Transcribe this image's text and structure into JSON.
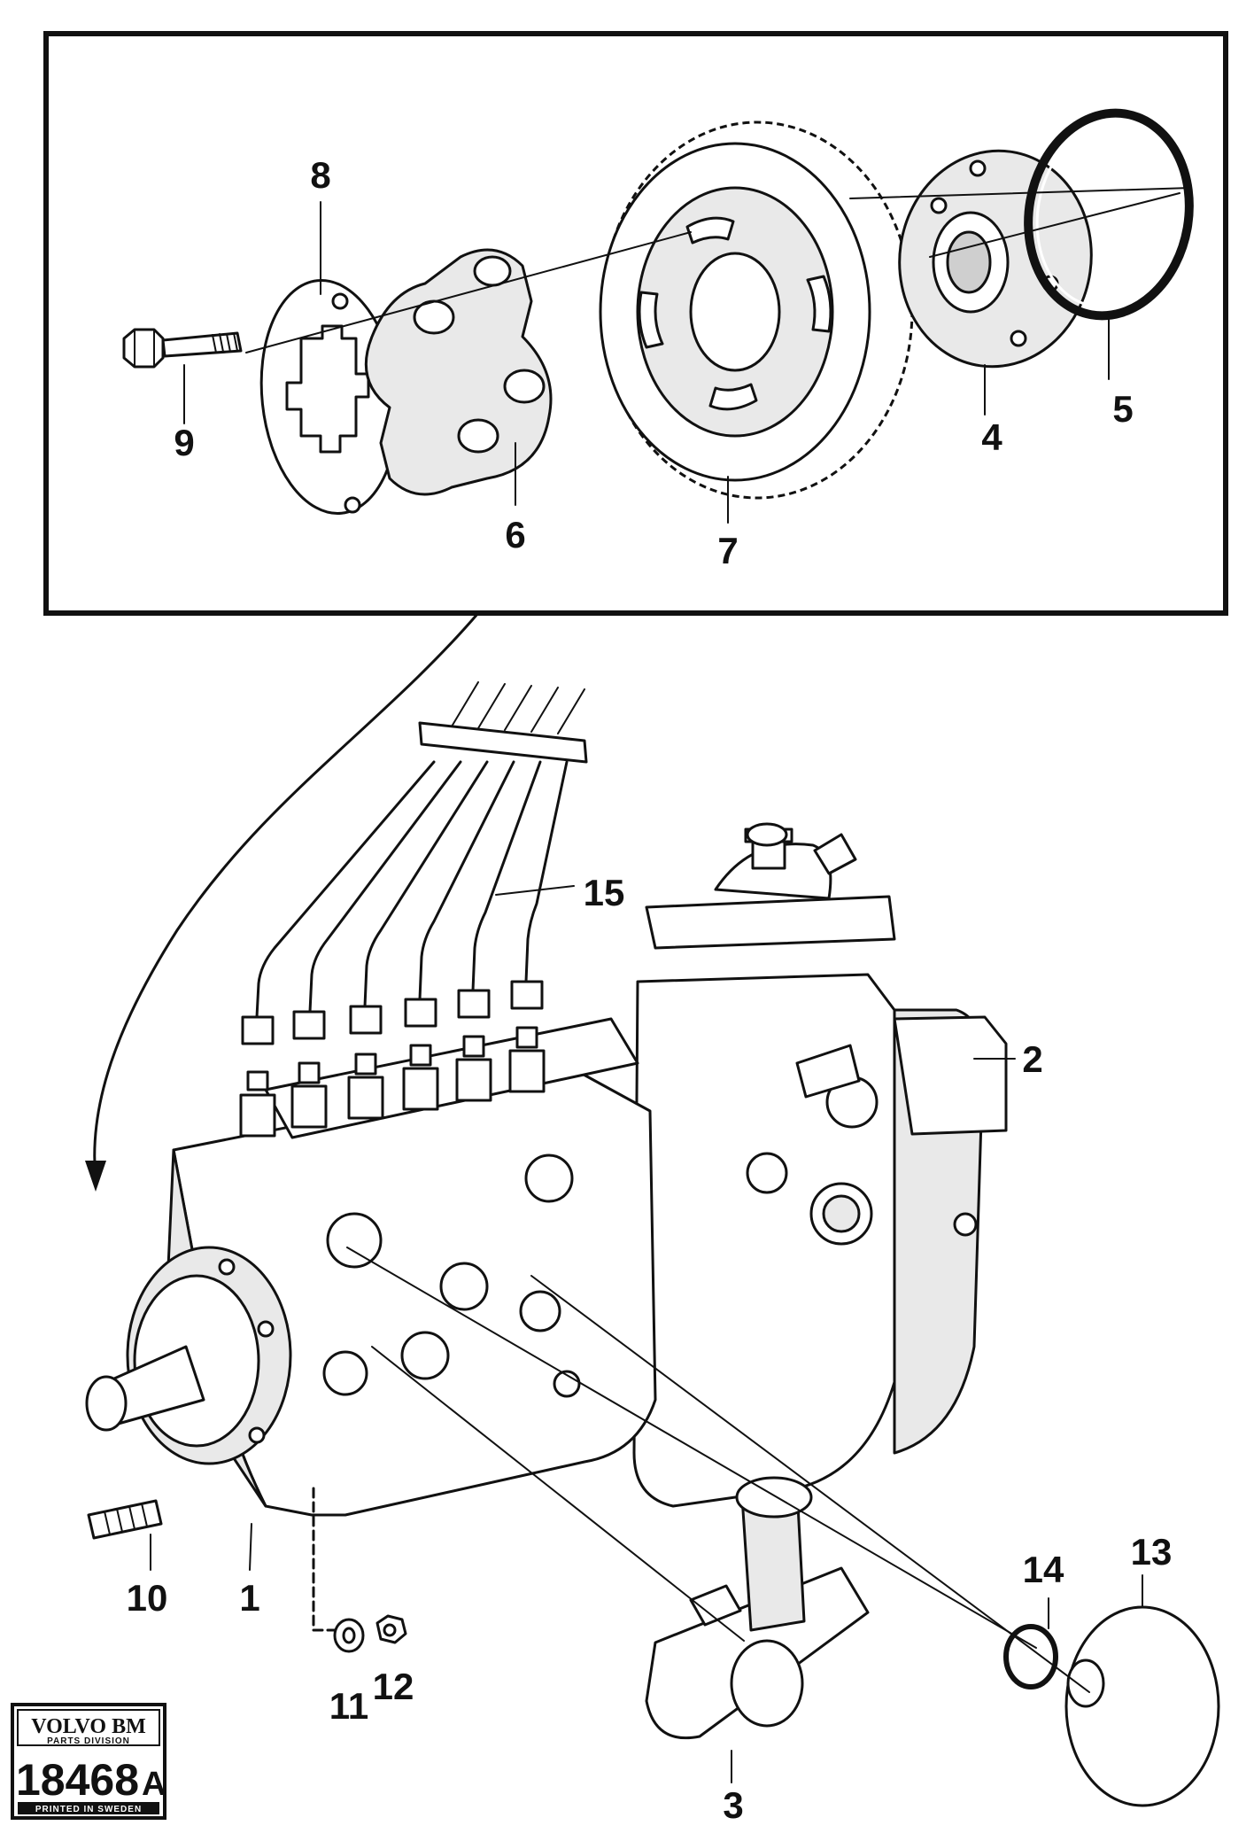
{
  "callouts": [
    "1",
    "2",
    "3",
    "4",
    "5",
    "6",
    "7",
    "8",
    "9",
    "10",
    "11",
    "12",
    "13",
    "14",
    "15"
  ],
  "logo": {
    "brand": "VOLVO BM",
    "division": "PARTS DIVISION",
    "number": "18468",
    "suffix": "A",
    "printed": "PRINTED IN SWEDEN"
  }
}
